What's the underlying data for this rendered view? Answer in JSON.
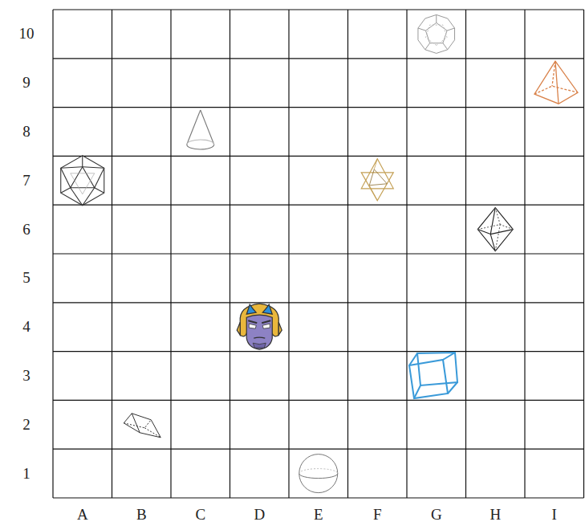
{
  "diagram": {
    "labels": [
      "10",
      "9",
      "8",
      "7",
      "6",
      "5",
      "4",
      "3",
      "2",
      "1",
      "A",
      "B",
      "C",
      "D",
      "E",
      "F",
      "G",
      "H",
      "I"
    ]
  }
}
